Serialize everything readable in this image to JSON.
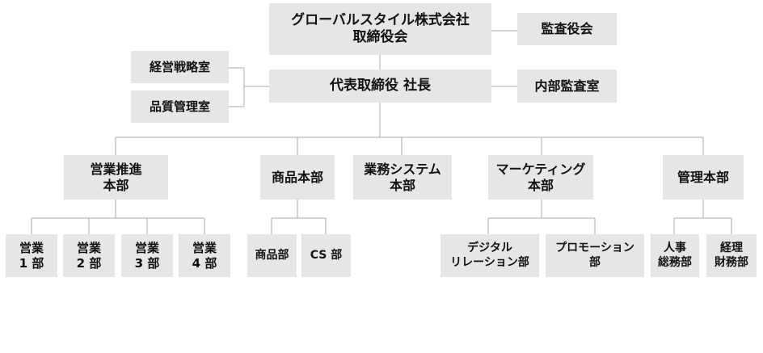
{
  "colors": {
    "box_fill": "#e6e6e6",
    "line": "#aaaaaa",
    "text": "#111111"
  },
  "nodes": {
    "board": "グローバルスタイル株式会社\n取締役会",
    "audit_board": "監査役会",
    "strategy_office": "経営戦略室",
    "quality_office": "品質管理室",
    "president": "代表取締役 社長",
    "internal_audit": "内部監査室",
    "sales_promotion": "営業推進\n本部",
    "merchandise": "商品本部",
    "business_system": "業務システム\n本部",
    "marketing": "マーケティング\n本部",
    "administration": "管理本部",
    "sales_1": "営業\n1 部",
    "sales_2": "営業\n2 部",
    "sales_3": "営業\n3 部",
    "sales_4": "営業\n4 部",
    "product_dept": "商品部",
    "cs_dept": "CS 部",
    "digital_relations": "デジタル\nリレーション部",
    "promotion": "プロモーション\n部",
    "hr_general": "人事\n総務部",
    "finance": "経理\n財務部"
  }
}
